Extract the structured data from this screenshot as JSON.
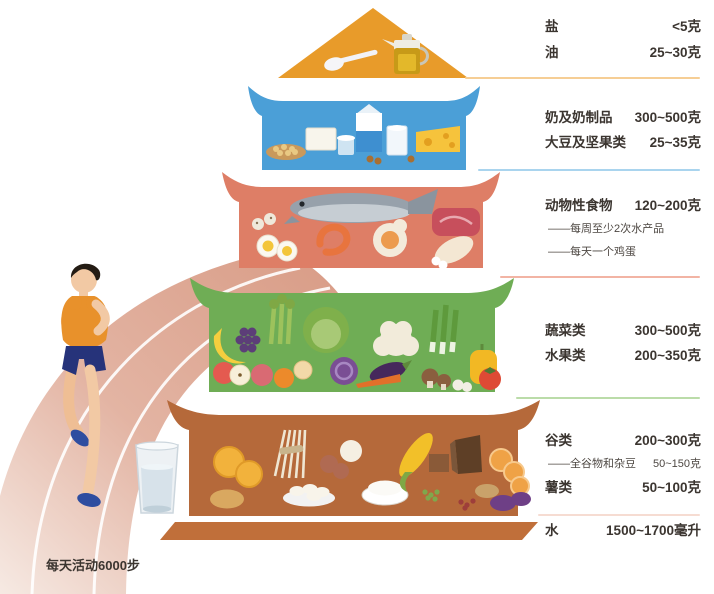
{
  "colors": {
    "tier_oils": "#E89B2A",
    "tier_dairy": "#4B9FD7",
    "tier_animal": "#DE7E66",
    "tier_produce": "#6FAD55",
    "tier_grains": "#B5693A",
    "base_bar": "#C06F3A",
    "divider_oils": "#F6CE95",
    "divider_dairy": "#A9D4EE",
    "divider_animal": "#F2B4A4",
    "divider_produce": "#BBDCA9",
    "divider_water": "#F6DCD2",
    "text": "#3B3530"
  },
  "legend": {
    "salt": {
      "label": "盐",
      "value": "<5克"
    },
    "oil": {
      "label": "油",
      "value": "25~30克"
    },
    "dairy": {
      "label": "奶及奶制品",
      "value": "300~500克"
    },
    "soy_nuts": {
      "label": "大豆及坚果类",
      "value": "25~35克"
    },
    "animal": {
      "label": "动物性食物",
      "value": "120~200克"
    },
    "animal_note_1": "——每周至少2次水产品",
    "animal_note_2": "——每天一个鸡蛋",
    "vegetables": {
      "label": "蔬菜类",
      "value": "300~500克"
    },
    "fruits": {
      "label": "水果类",
      "value": "200~350克"
    },
    "grains": {
      "label": "谷类",
      "value": "200~300克"
    },
    "whole_grains": {
      "label": "——全谷物和杂豆",
      "value": "50~150克"
    },
    "tubers": {
      "label": "薯类",
      "value": "50~100克"
    },
    "water": {
      "label": "水",
      "value": "1500~1700毫升"
    }
  },
  "footer": {
    "activity": "每天活动6000步"
  }
}
